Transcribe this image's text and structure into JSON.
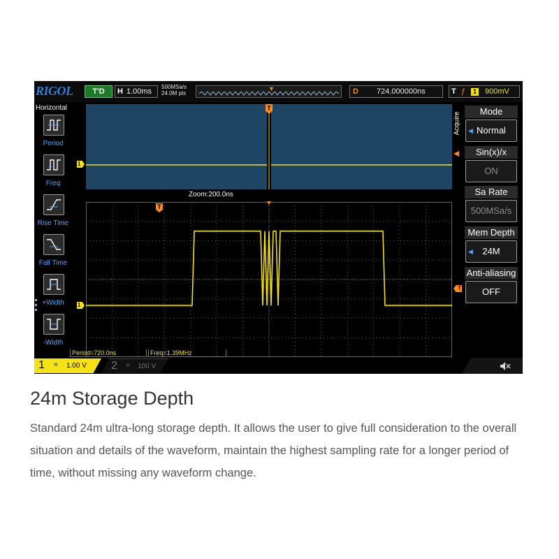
{
  "topbar": {
    "logo": "RIGOL",
    "run_state": "T'D",
    "horizontal_key": "H",
    "timebase": "1.00ms",
    "sample_rate": "500MSa/s",
    "memory_points": "24.0M pts",
    "delay_key": "D",
    "delay_value": "724.000000ns",
    "trigger_key": "T",
    "trigger_channel": "1",
    "trigger_level": "900mV"
  },
  "left_menu": {
    "title": "Horizontal",
    "items": [
      {
        "label": "Period",
        "icon": "period-icon"
      },
      {
        "label": "Freq",
        "icon": "frequency-icon"
      },
      {
        "label": "Rise Time",
        "icon": "rise-time-icon"
      },
      {
        "label": "Fall Time",
        "icon": "fall-time-icon"
      },
      {
        "label": "+Width",
        "icon": "positive-width-icon"
      },
      {
        "label": "-Width",
        "icon": "negative-width-icon"
      }
    ]
  },
  "screen": {
    "zoom_label": "Zoom:200.0ns",
    "channel_marker": "1",
    "trigger_marker": "T"
  },
  "right_menu": {
    "section": "Acquire",
    "mode_label": "Mode",
    "mode_value": "Normal",
    "sinx_label": "Sin(x)/x",
    "sinx_value": "ON",
    "sarate_label": "Sa Rate",
    "sarate_value": "500MSa/s",
    "memdepth_label": "Mem Depth",
    "memdepth_value": "24M",
    "antialias_label": "Anti-aliasing",
    "antialias_value": "OFF"
  },
  "measurements": {
    "period": "Period=720.0ns",
    "freq": "Freq=1.39MHz"
  },
  "channels": {
    "ch1_number": "1",
    "ch1_coupling": "=",
    "ch1_scale": "1.00 V",
    "ch2_number": "2",
    "ch2_coupling": "=",
    "ch2_scale": "100 V"
  },
  "colors": {
    "trace": "#f5e214",
    "trigger": "#ff8a1c",
    "accent_blue": "#4aa8ff",
    "main_window_bg": "#1e4563"
  },
  "page": {
    "heading": "24m Storage Depth",
    "description": "Standard 24m ultra-long storage depth. It allows the user to give full consideration to the overall situation and details of the waveform, maintain the highest sampling rate for a longer period of time, without missing any waveform change."
  }
}
